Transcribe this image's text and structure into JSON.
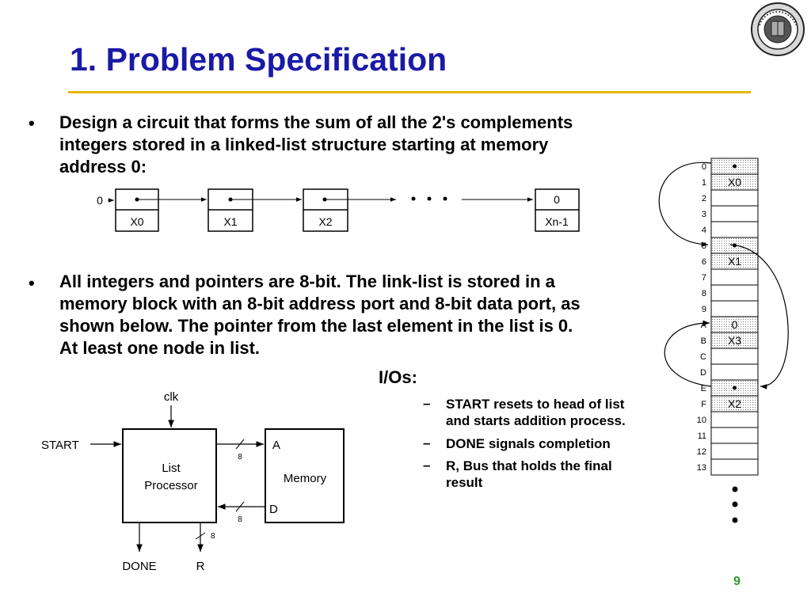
{
  "slide": {
    "title": "1. Problem Specification",
    "page_number": "9",
    "seal_text": "UNIVERSITY OF CALIFORNIA"
  },
  "bullets": [
    {
      "marker": "•",
      "lines": [
        "Design a circuit that forms the sum of all the 2's complements",
        "integers stored in a linked-list structure starting at memory",
        "address 0:"
      ]
    },
    {
      "marker": "•",
      "lines": [
        "All integers and pointers are 8-bit. The link-list is stored in a",
        "memory block with an 8-bit address port and 8-bit data port, as",
        "shown below. The pointer from the last element in the list is 0.",
        "At least one node in list."
      ]
    }
  ],
  "ios": {
    "title": "I/Os:",
    "items": [
      {
        "marker": "–",
        "lines": [
          "START resets to head of list",
          "and starts addition process."
        ]
      },
      {
        "marker": "–",
        "lines": [
          "DONE signals completion"
        ]
      },
      {
        "marker": "–",
        "lines": [
          "R, Bus that holds the final",
          "result"
        ]
      }
    ]
  },
  "linked_list": {
    "start_label": "0",
    "nodes": [
      "X0",
      "X1",
      "X2"
    ],
    "last_node": {
      "pointer": "0",
      "value": "Xn-1"
    }
  },
  "block_diagram": {
    "processor_label": [
      "List",
      "Processor"
    ],
    "memory_label": "Memory",
    "clk": "clk",
    "start": "START",
    "done": "DONE",
    "r": "R",
    "port_a": "A",
    "port_d": "D",
    "bus_width_a": "8",
    "bus_width_d": "8",
    "bus_width_r": "8"
  },
  "memory_table": {
    "addresses": [
      "0",
      "1",
      "2",
      "3",
      "4",
      "5",
      "6",
      "7",
      "8",
      "9",
      "A",
      "B",
      "C",
      "D",
      "E",
      "F",
      "10",
      "11",
      "12",
      "13"
    ],
    "contents": [
      "•",
      "X0",
      "",
      "",
      "",
      "•",
      "X1",
      "",
      "",
      "",
      "0",
      "X3",
      "",
      "",
      "•",
      "X2",
      "",
      "",
      "",
      ""
    ],
    "shaded_rows": [
      0,
      1,
      5,
      6,
      10,
      11,
      14,
      15
    ]
  }
}
